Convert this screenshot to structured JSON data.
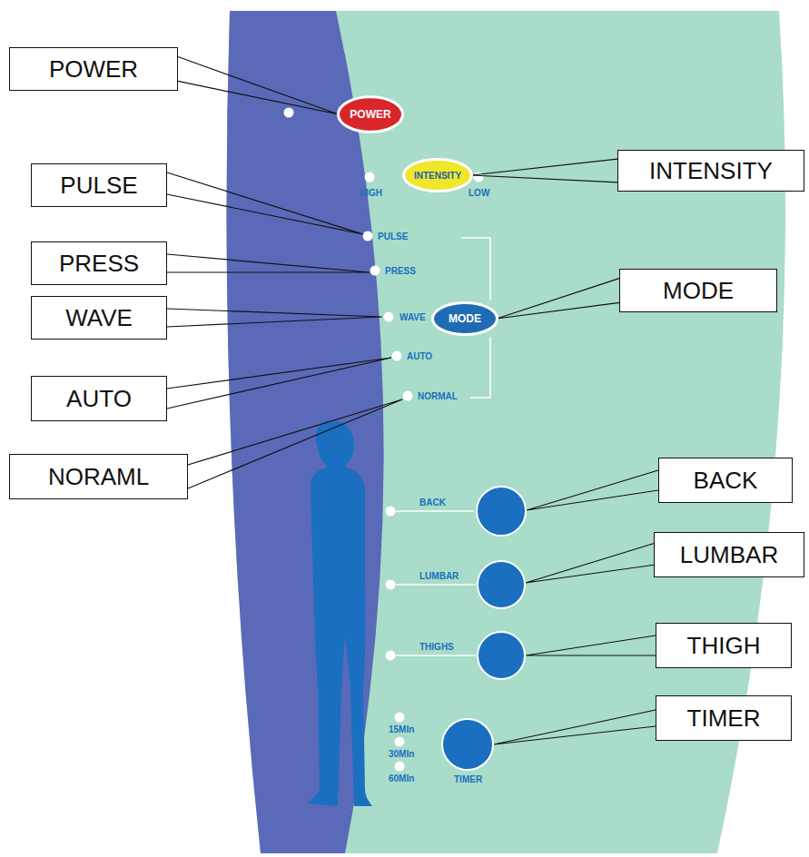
{
  "diagram": {
    "nodes": [
      {
        "text": [
          "POWER"
        ]
      },
      {
        "text": [
          "POWER"
        ]
      },
      {
        "text": [
          "INTENSITY"
        ]
      },
      {
        "text": [
          "INTENSITY"
        ]
      },
      {
        "text": [
          "PULSE"
        ]
      },
      {
        "text": [
          "PRESS"
        ]
      },
      {
        "text": [
          "WAVE"
        ]
      },
      {
        "text": [
          "MODE"
        ]
      },
      {
        "text": [
          "MODE"
        ]
      },
      {
        "text": [
          "AUTO"
        ]
      },
      {
        "text": [
          "NORAML"
        ]
      },
      {
        "text": [
          "BACK"
        ]
      },
      {
        "text": [
          "LUMBAR"
        ]
      },
      {
        "text": [
          "THIGH"
        ]
      },
      {
        "text": [
          "TIMER"
        ]
      }
    ],
    "edges": [
      {
        "from": 0,
        "to": 1,
        "arrow": "none"
      },
      {
        "from": 3,
        "to": 2,
        "arrow": "none"
      },
      {
        "from": 8,
        "to": 7,
        "arrow": "none"
      }
    ],
    "labels": [
      "HIGH",
      "LOW",
      "PULSE",
      "PRESS",
      "WAVE",
      "AUTO",
      "NORMAL",
      "BACK",
      "LUMBAR",
      "THIGHS",
      "15MIn",
      "30MIn",
      "60MIn",
      "TIMER"
    ]
  }
}
